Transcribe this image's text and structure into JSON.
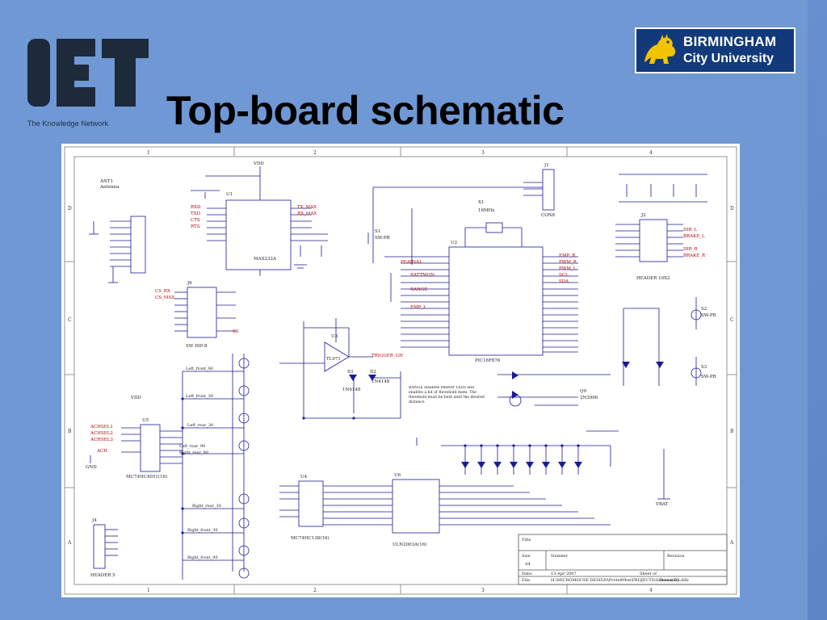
{
  "slide": {
    "title": "Top-board schematic",
    "logo": {
      "letters": "IET",
      "tagline": "The Knowledge Network"
    },
    "university": {
      "line1": "BIRMINGHAM",
      "line2": "City University"
    }
  },
  "colors": {
    "background": "#6f98d4",
    "logo_dark": "#1c2a3a",
    "university_blue": "#123a7a",
    "wire_blue": "#1a1a99",
    "label_red": "#b40000",
    "grid_border": "#7a7a7a"
  },
  "schematic": {
    "border": {
      "columns": [
        "1",
        "2",
        "3",
        "4"
      ],
      "rows": [
        "D",
        "C",
        "B",
        "A"
      ]
    },
    "title_block": {
      "title_label": "Title",
      "size_label": "Size",
      "size_value": "A4",
      "number_label": "Number",
      "revision_label": "Revision",
      "date_label": "Date:",
      "date_value": "13-Apr-2007",
      "sheet_label": "Sheet  of",
      "file_label": "File:",
      "file_value": "H:\\MICROMOUSE DESIGN\\Protel99se\\PROJECTS\\Schematic1.ddb",
      "drawn_label": "Drawn By:"
    },
    "components": [
      {
        "ref": "ANT1",
        "value": "Antenna"
      },
      {
        "ref": "J1",
        "value": "CON8"
      },
      {
        "ref": "U1",
        "value": "MAX232A"
      },
      {
        "ref": "J6",
        "value": "SW DIP-8"
      },
      {
        "ref": "U2",
        "value": "PIC16F876"
      },
      {
        "ref": "X1",
        "value": "16MHz"
      },
      {
        "ref": "J2",
        "value": "HEADER 10X2"
      },
      {
        "ref": "U3",
        "value": "TL071"
      },
      {
        "ref": "U5",
        "value": "MC74HC4051(16)"
      },
      {
        "ref": "U4",
        "value": "MC74HC138(16)"
      },
      {
        "ref": "U6",
        "value": "ULN2003A(16)"
      },
      {
        "ref": "J4",
        "value": "HEADER 5"
      },
      {
        "ref": "S1",
        "value": "SW-PB"
      },
      {
        "ref": "S2",
        "value": "SW-PB"
      },
      {
        "ref": "S3",
        "value": "SW-PB"
      },
      {
        "ref": "Q9",
        "value": "2N3906"
      },
      {
        "ref": "D1",
        "value": "1N4148"
      },
      {
        "ref": "D2",
        "value": "1N4148"
      }
    ],
    "net_labels": [
      "RXD",
      "TXD",
      "CTS",
      "RTS",
      "TX_MAX",
      "RX_MAX",
      "CS_MAX",
      "CS_RX",
      "PEARVAL",
      "RANGE",
      "SS",
      "BATTMON",
      "TRIGGER_GH",
      "EMP_L",
      "EMP_R",
      "PWM_L",
      "PWM_R",
      "DIR_L",
      "DIR_R",
      "BRAKE_L",
      "BRAKE_R",
      "SDA",
      "SCL",
      "ACHSEL1",
      "ACHSEL2",
      "ACHSEL3",
      "ACH",
      "VDD",
      "GND",
      "VBAT"
    ],
    "sensor_labels": [
      "Left_front_90",
      "Left_front_30",
      "Left_rear_30",
      "Left_rear_90",
      "Right_rear_90",
      "Right_rear_30",
      "Right_front_30",
      "Right_front_90"
    ],
    "note": "RANGE disables emitter LEDs and enables a bit of threshold mem. The threshold must be held until the desired distance"
  }
}
